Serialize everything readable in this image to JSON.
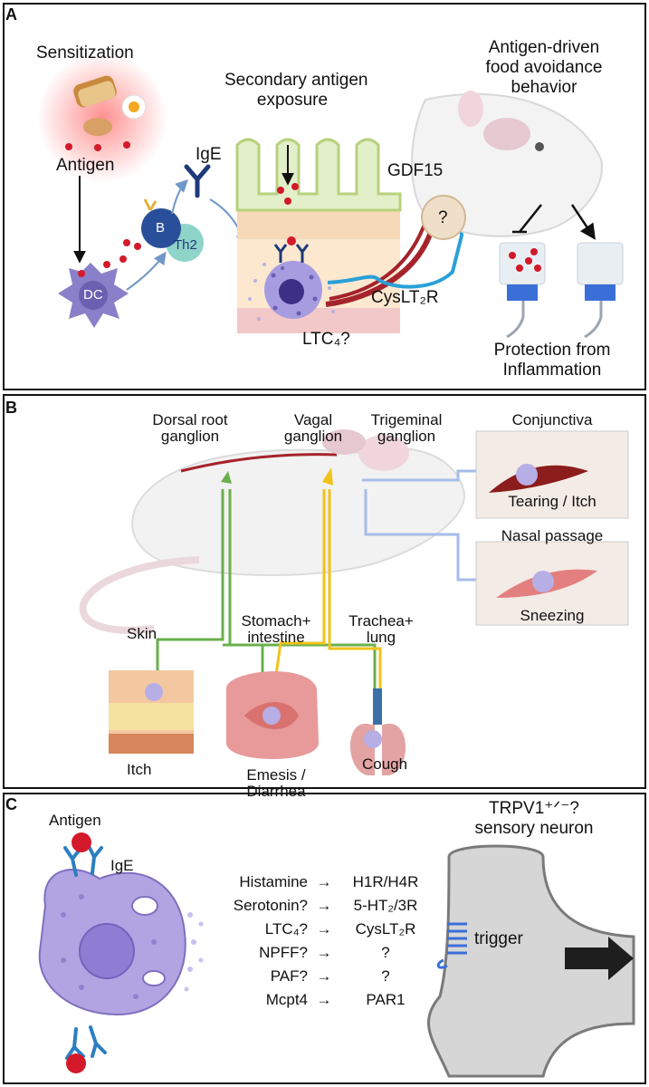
{
  "panels": [
    {
      "letter": "A",
      "labels": {
        "sensitization": "Sensitization",
        "antigen": "Antigen",
        "ige": "IgE",
        "b_cell": "B",
        "th2": "Th2",
        "dc": "DC",
        "secondary_exposure_line1": "Secondary antigen",
        "secondary_exposure_line2": "exposure",
        "avoidance_line1": "Antigen-driven",
        "avoidance_line2": "food avoidance",
        "avoidance_line3": "behavior",
        "gdf15": "GDF15",
        "question": "?",
        "cyslt2r": "CysLT₂R",
        "ltc4": "LTC₄?",
        "protection_line1": "Protection from",
        "protection_line2": "Inflammation"
      }
    },
    {
      "letter": "B",
      "labels": {
        "drg_line1": "Dorsal root",
        "drg_line2": "ganglion",
        "vagal_line1": "Vagal",
        "vagal_line2": "ganglion",
        "trigeminal_line1": "Trigeminal",
        "trigeminal_line2": "ganglion",
        "conjunctiva": "Conjunctiva",
        "tearing_itch": "Tearing / Itch",
        "nasal_passage": "Nasal passage",
        "sneezing": "Sneezing",
        "skin": "Skin",
        "stomach_line1": "Stomach+",
        "stomach_line2": "intestine",
        "trachea_line1": "Trachea+",
        "trachea_line2": "lung",
        "itch": "Itch",
        "emesis_line1": "Emesis /",
        "emesis_line2": "Diarrhea",
        "cough": "Cough"
      }
    },
    {
      "letter": "C",
      "labels": {
        "antigen": "Antigen",
        "ige": "IgE",
        "neuron_line1": "TRPV1⁺ᐟ⁻?",
        "neuron_line2": "sensory neuron",
        "trigger": "trigger"
      },
      "mediators": [
        {
          "mediator": "Histamine",
          "receptor": "H1R/H4R"
        },
        {
          "mediator": "Serotonin?",
          "receptor": "5-HT₂/3R"
        },
        {
          "mediator": "LTC₄?",
          "receptor": "CysLT₂R"
        },
        {
          "mediator": "NPFF?",
          "receptor": "?"
        },
        {
          "mediator": "PAF?",
          "receptor": "?"
        },
        {
          "mediator": "Mcpt4",
          "receptor": "PAR1"
        }
      ],
      "arrow_glyph": "→"
    }
  ],
  "colors": {
    "mast_cell": "#9b8fd6",
    "antigen_red": "#d3192a",
    "ige_navy": "#1f3a7a",
    "nerve_blue": "#2aa0d8",
    "green_nerve": "#6ab04c",
    "yellow_nerve": "#f2c21b",
    "gut_pink": "#e89a9a",
    "neuron_grey": "#d6d6d6"
  }
}
